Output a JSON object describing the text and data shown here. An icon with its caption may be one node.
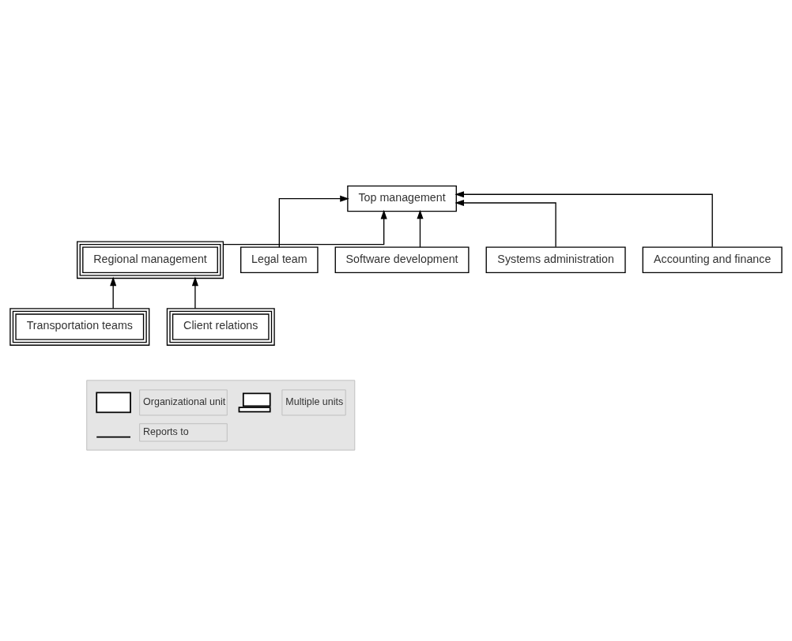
{
  "diagram": {
    "nodes": [
      {
        "text": [
          "Top management"
        ]
      },
      {
        "text": [
          "Regional management"
        ]
      },
      {
        "text": [
          "Transportation teams"
        ]
      },
      {
        "text": [
          "Client relations"
        ]
      },
      {
        "text": [
          "Legal team"
        ]
      },
      {
        "text": [
          "Software development"
        ]
      },
      {
        "text": [
          "Systems administration"
        ]
      },
      {
        "text": [
          "Accounting and finance"
        ]
      }
    ],
    "edges": [
      {
        "from": 1,
        "to": 0,
        "arrow": "to"
      },
      {
        "from": 2,
        "to": 1,
        "arrow": "to"
      },
      {
        "from": 3,
        "to": 1,
        "arrow": "to"
      },
      {
        "from": 7,
        "to": 0,
        "arrow": "to"
      },
      {
        "from": 6,
        "to": 0,
        "arrow": "to"
      },
      {
        "from": 5,
        "to": 0,
        "arrow": "to"
      },
      {
        "from": 4,
        "to": 0,
        "arrow": "to"
      }
    ],
    "legend": [
      {
        "text": "Organizational unit"
      },
      {
        "text": "Multiple units"
      },
      {
        "text": "Reports to"
      }
    ]
  }
}
